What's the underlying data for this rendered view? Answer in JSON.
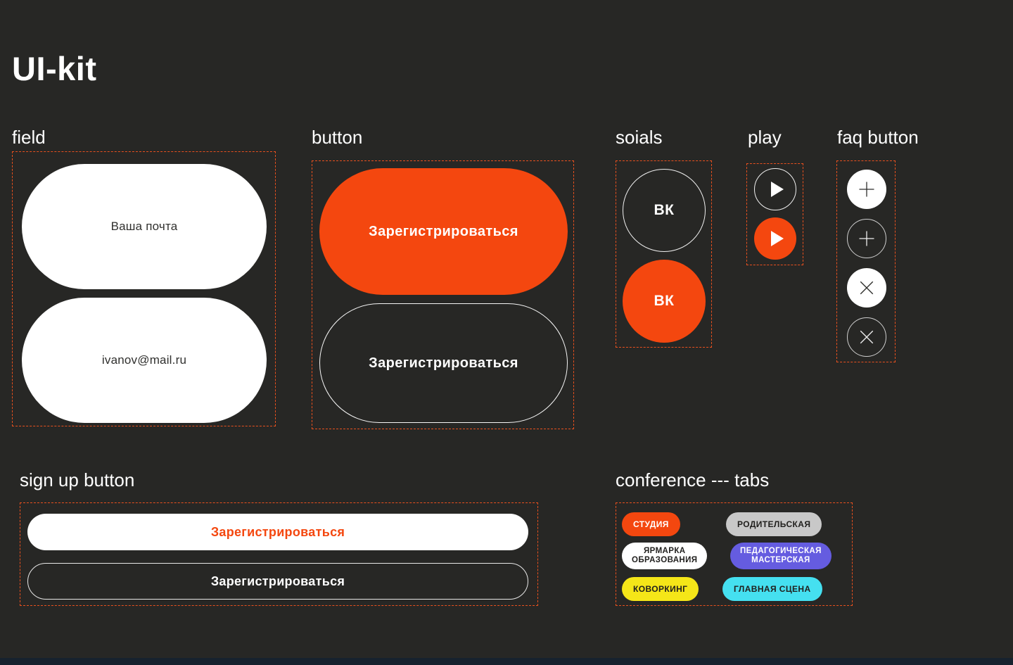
{
  "page": {
    "title": "UI-kit"
  },
  "colors": {
    "background": "#272725",
    "accent_orange": "#F4470F",
    "dark_text": "#21201E",
    "frame_dash": "#E8501E",
    "bottom_bar": "#17222E"
  },
  "field_section": {
    "label": "field",
    "placeholder_field": "Ваша почта",
    "filled_field": "ivanov@mail.ru"
  },
  "button_section": {
    "label": "button",
    "primary": "Зарегистрироваться",
    "secondary": "Зарегистрироваться"
  },
  "socials_section": {
    "label": "soials",
    "vk_dark": "ВК",
    "vk_orange": "ВК"
  },
  "play_section": {
    "label": "play"
  },
  "faq_section": {
    "label": "faq button"
  },
  "signup_section": {
    "label": "sign up button",
    "primary": "Зарегистрироваться",
    "secondary": "Зарегистрироваться"
  },
  "conference_section": {
    "label": "conference --- tabs",
    "tabs": [
      {
        "label": "СТУДИЯ",
        "bg": "#F4470F",
        "color": "#FFFFFF"
      },
      {
        "label": "РОДИТЕЛЬСКАЯ",
        "bg": "#C8C8C8",
        "color": "#21201E"
      },
      {
        "label": "ЯРМАРКА\nОБРАЗОВАНИЯ",
        "bg": "#FFFFFF",
        "color": "#21201E"
      },
      {
        "label": "ПЕДАГОГИЧЕСКАЯ\nМАСТЕРСКАЯ",
        "bg": "#655CE0",
        "color": "#FFFFFF"
      },
      {
        "label": "КОВОРКИНГ",
        "bg": "#F5E618",
        "color": "#21201E"
      },
      {
        "label": "ГЛАВНАЯ СЦЕНА",
        "bg": "#45E0F0",
        "color": "#21201E"
      }
    ]
  }
}
